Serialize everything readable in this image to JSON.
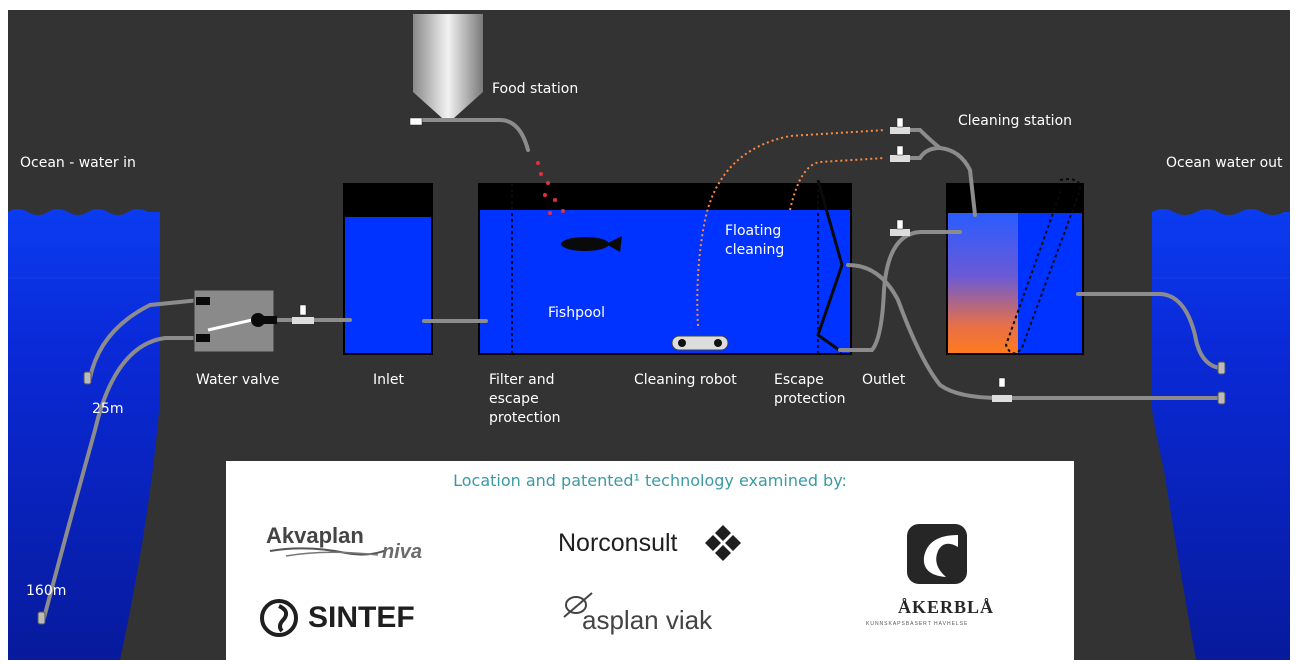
{
  "labels": {
    "ocean_in": "Ocean - water in",
    "ocean_out": "Ocean water out",
    "food_station": "Food station",
    "cleaning_station": "Cleaning station",
    "floating_cleaning": "Floating\ncleaning",
    "fishpool": "Fishpool",
    "water_valve": "Water valve",
    "inlet": "Inlet",
    "filter": "Filter and\nescape\nprotection",
    "cleaning_robot": "Cleaning robot",
    "escape_protection": "Escape\nprotection",
    "outlet": "Outlet",
    "depth_25": "25m",
    "depth_160": "160m"
  },
  "panel": {
    "title": "Location and patented¹ technology examined by:",
    "logos": {
      "akvaplan_top": "Akvaplan",
      "akvaplan_bottom": "niva",
      "norconsult": "Norconsult",
      "sintef": "SINTEF",
      "asplan": "asplan viak",
      "akerbla": "ÅKERBLÅ",
      "akerbla_tagline": "KUNNSKAPSBASERT HAVHELSE"
    }
  },
  "colors": {
    "background": "#333333",
    "ocean": "#0a22c8",
    "pool_water": "#0033ff",
    "pipe": "#8c8c8c",
    "food_pellets": "#e0303a",
    "cleaning_line": "#ff8a3d",
    "panel_title": "#3a9aa3"
  },
  "icons": [
    "water-valve-icon",
    "fish-icon",
    "cleaning-robot-icon",
    "pipe-valve-icon",
    "food-hopper-icon"
  ]
}
